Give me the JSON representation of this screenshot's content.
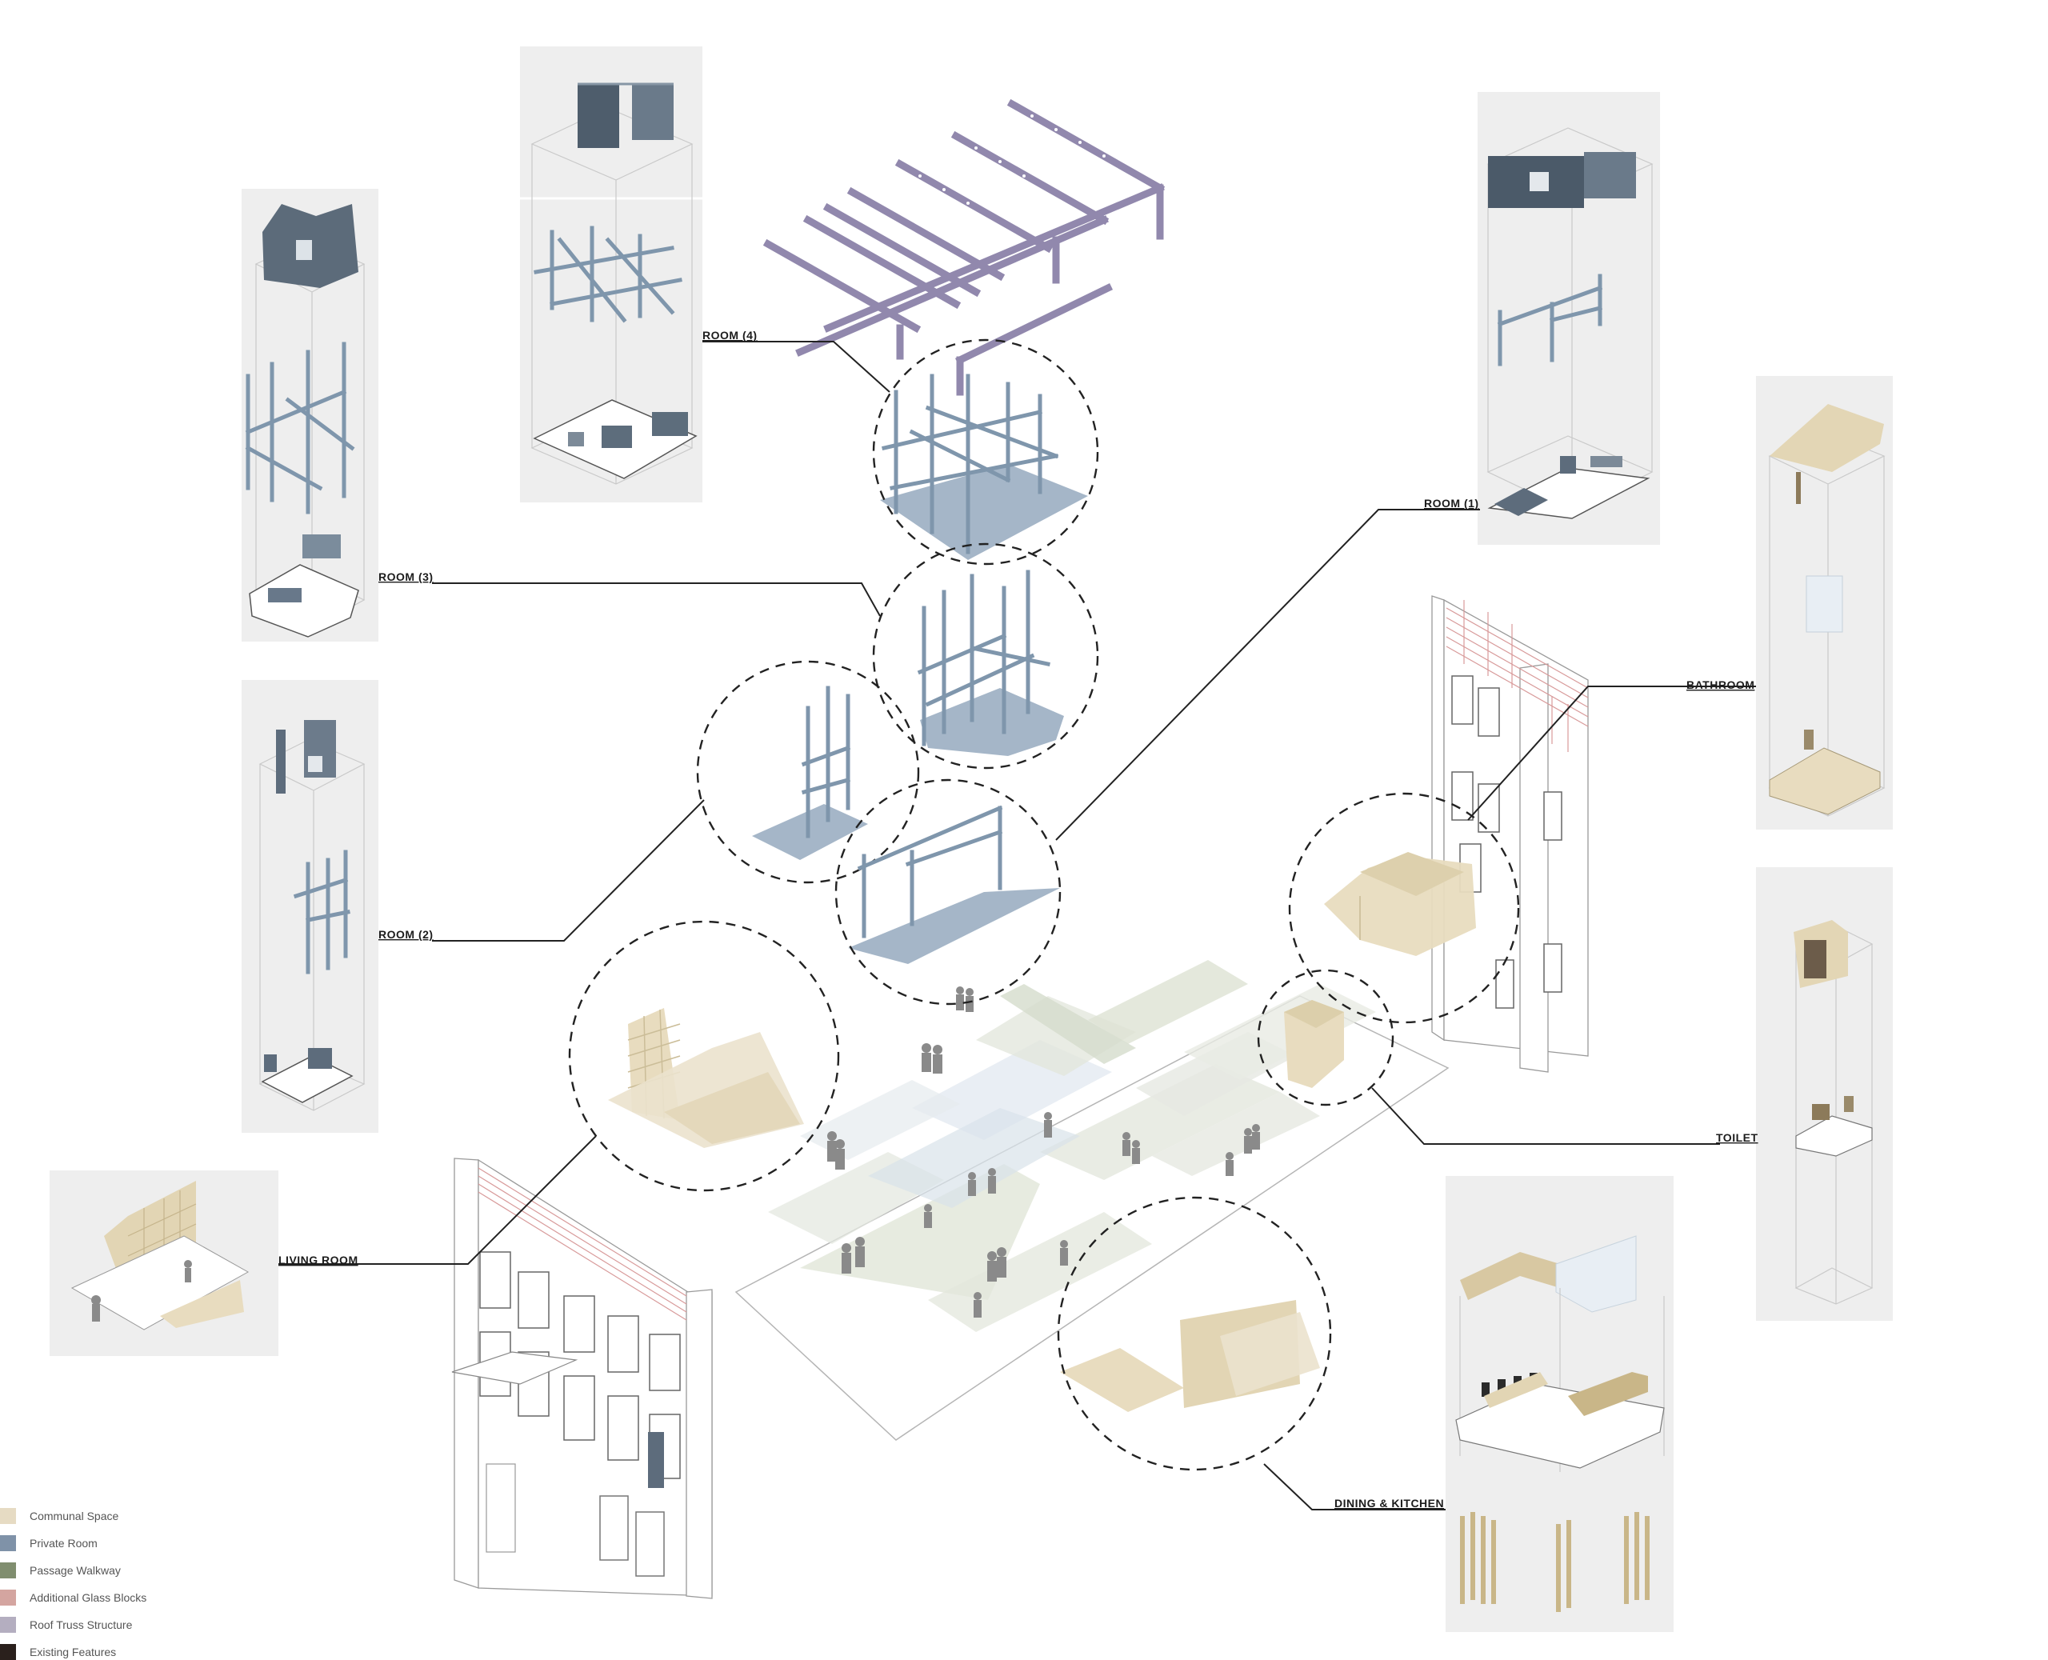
{
  "labels": {
    "room4": "ROOM (4)",
    "room3": "ROOM (3)",
    "room2": "ROOM (2)",
    "room1": "ROOM (1)",
    "bathroom": "BATHROOM",
    "toilet": "TOILET",
    "living_room": "LIVING ROOM",
    "dining_kitchen": "DINING & KITCHEN"
  },
  "legend": [
    {
      "label": "Communal Space",
      "color": "#e6dbc3"
    },
    {
      "label": "Private Room",
      "color": "#7f92a8"
    },
    {
      "label": "Passage Walkway",
      "color": "#808e6f"
    },
    {
      "label": "Additional Glass Blocks",
      "color": "#d4a5a0"
    },
    {
      "label": "Roof Truss Structure",
      "color": "#b4aec0"
    },
    {
      "label": "Existing Features",
      "color": "#2a201c"
    }
  ],
  "colors": {
    "communal": "#e6dbc3",
    "private": "#a5b6c8",
    "passage": "#c8d0bf",
    "glass": "#d4a5a0",
    "truss": "#9188ad",
    "existing": "#2a201c"
  }
}
